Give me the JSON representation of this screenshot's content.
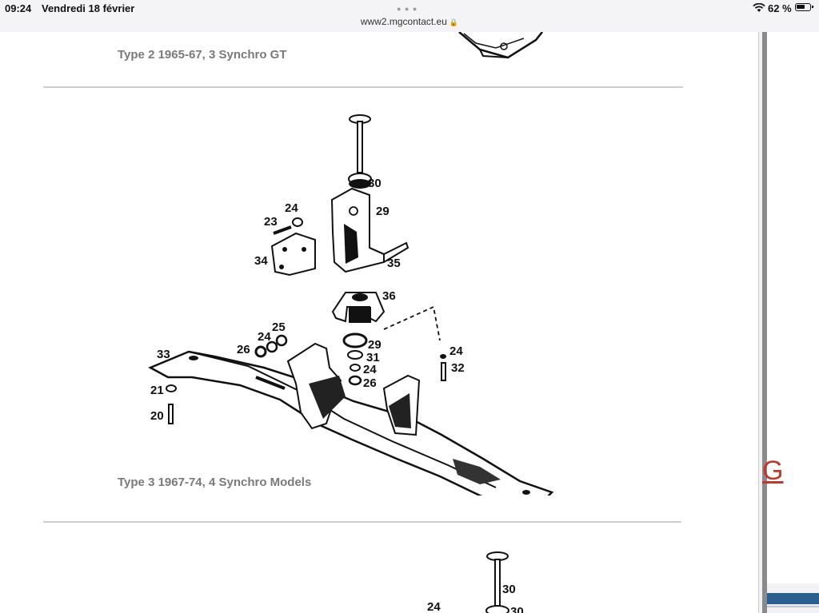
{
  "status_bar": {
    "time": "09:24",
    "date": "Vendredi 18 février",
    "url": "www2.mgcontact.eu",
    "battery": "62 %",
    "battery_level": 0.62
  },
  "captions": {
    "type2": "Type 2 1965-67, 3 Synchro GT",
    "type3": "Type 3 1967-74, 4 Synchro Models"
  },
  "diagram": {
    "part_labels": [
      "30",
      "29",
      "24",
      "23",
      "34",
      "35",
      "36",
      "25",
      "24",
      "26",
      "29",
      "31",
      "24",
      "26",
      "33",
      "21",
      "20",
      "24",
      "32"
    ]
  },
  "next_diagram": {
    "part_labels": [
      "30",
      "24",
      "30"
    ]
  },
  "right_pane": {
    "letter": "G"
  }
}
